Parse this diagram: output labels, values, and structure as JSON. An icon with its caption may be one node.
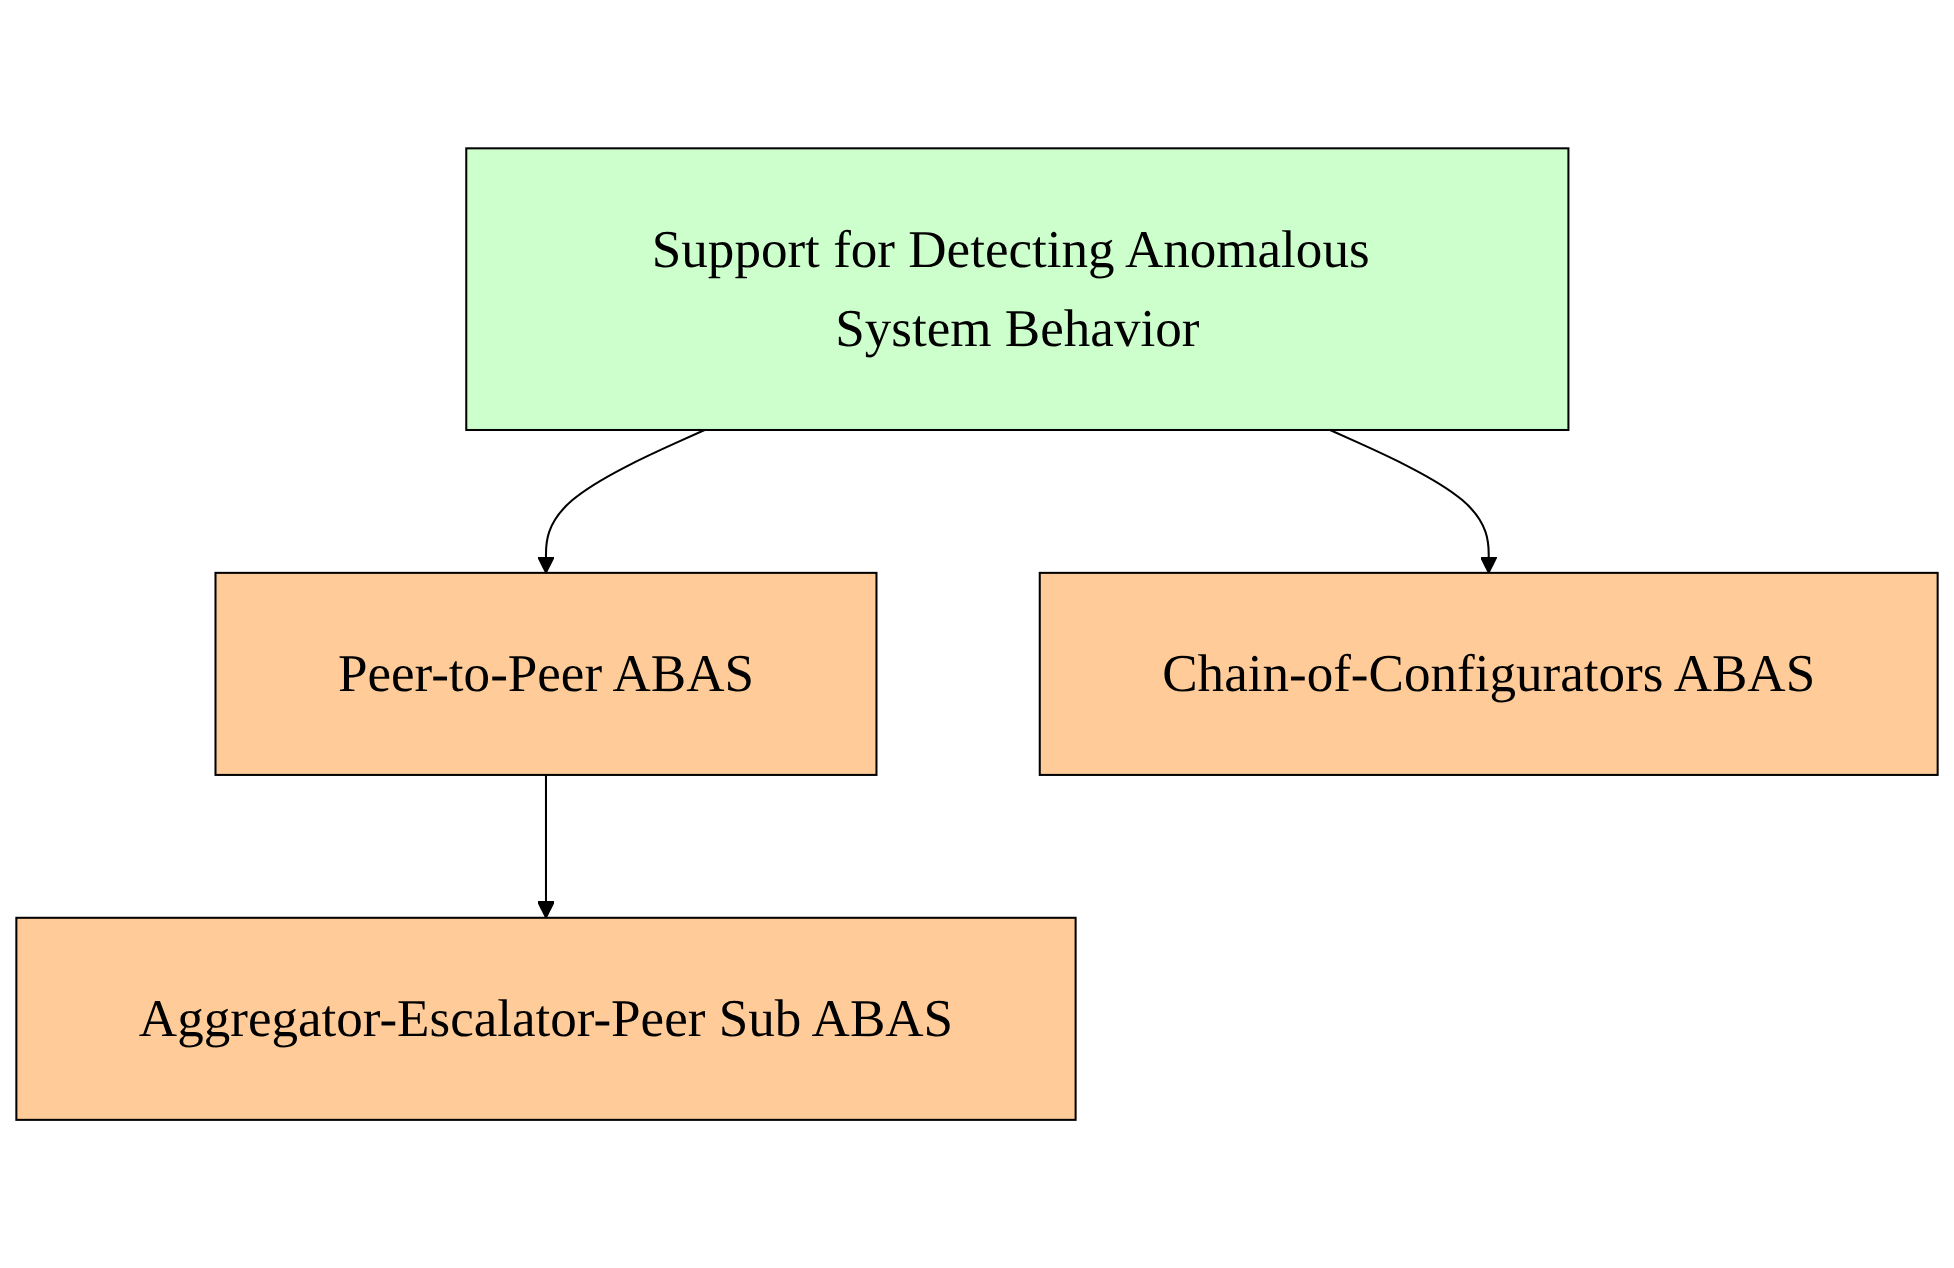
{
  "diagram": {
    "nodes": [
      {
        "text": [
          "Support for Detecting Anomalous System Behavior"
        ]
      },
      {
        "text": [
          "Peer-to-Peer ABAS"
        ]
      },
      {
        "text": [
          "Chain-of-Configurators ABAS"
        ]
      },
      {
        "text": [
          "Aggregator-Escalator-Peer Sub ABAS"
        ]
      }
    ],
    "edges": [
      {
        "from": 0,
        "to": 1,
        "arrow": "to"
      },
      {
        "from": 0,
        "to": 2,
        "arrow": "to"
      },
      {
        "from": 1,
        "to": 3,
        "arrow": "to"
      }
    ]
  }
}
